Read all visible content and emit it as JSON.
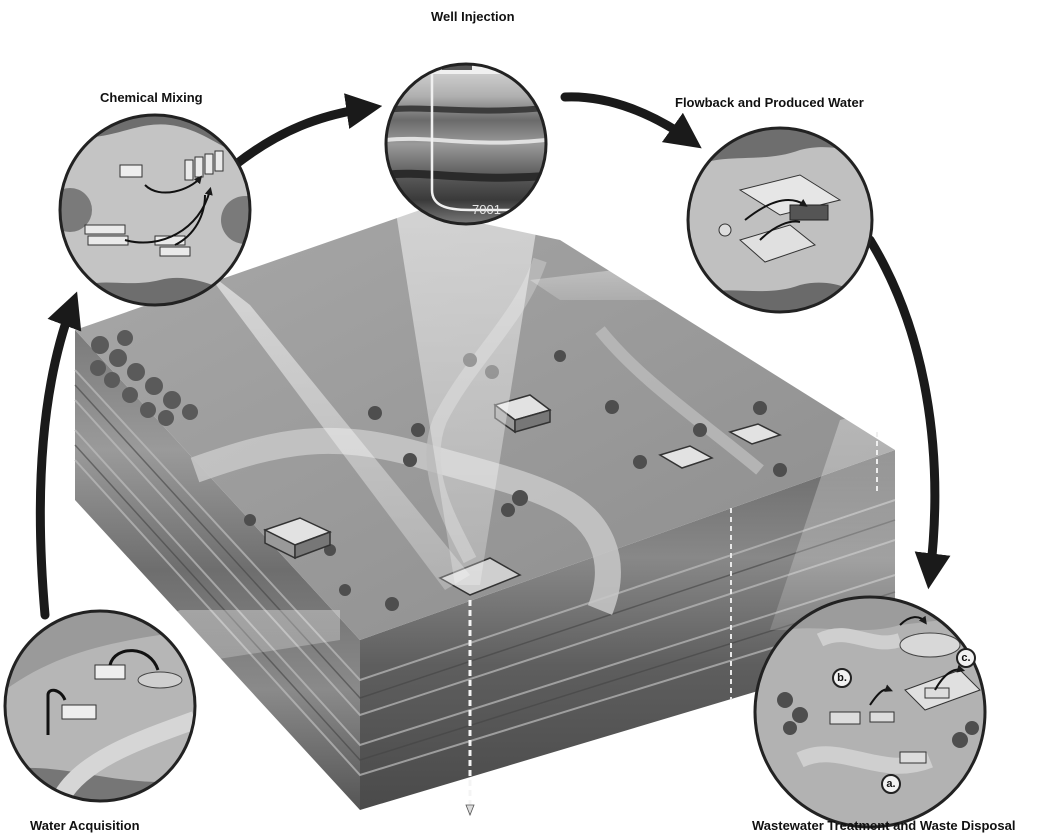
{
  "stages": {
    "well_injection": {
      "label": "Well Injection"
    },
    "chemical_mixing": {
      "label": "Chemical Mixing"
    },
    "flowback": {
      "label": "Flowback and Produced Water"
    },
    "water_acquisition": {
      "label": "Water Acquisition"
    },
    "wastewater": {
      "label": "Wastewater Treatment and Waste Disposal",
      "markers": [
        "a.",
        "b.",
        "c."
      ]
    }
  },
  "well_depth_text": "7001"
}
